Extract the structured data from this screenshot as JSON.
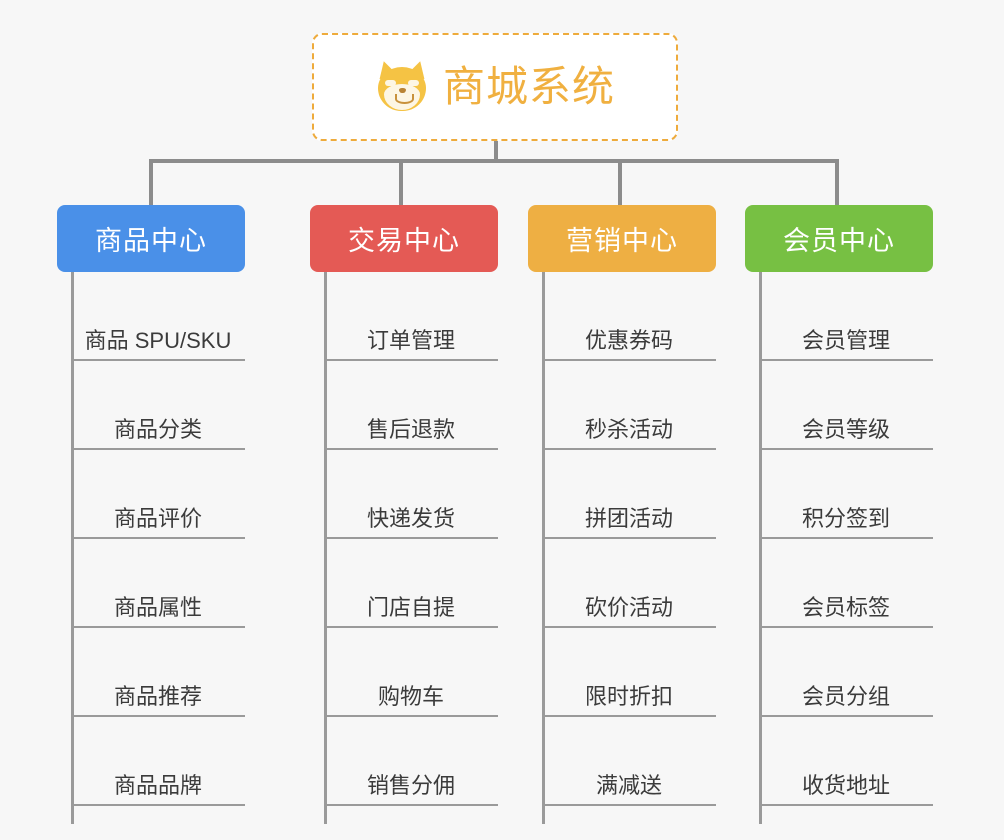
{
  "root": {
    "title": "商城系统",
    "icon": "shiba-dog-emoji",
    "border_color": "#eeab3c",
    "text_color": "#f0b040",
    "background": "#ffffff"
  },
  "page": {
    "background": "#f7f7f7",
    "connector_color": "#8c8c8c"
  },
  "columns": [
    {
      "header": "商品中心",
      "color": "#4a90e8",
      "items": [
        "商品 SPU/SKU",
        "商品分类",
        "商品评价",
        "商品属性",
        "商品推荐",
        "商品品牌"
      ]
    },
    {
      "header": "交易中心",
      "color": "#e45a55",
      "items": [
        "订单管理",
        "售后退款",
        "快递发货",
        "门店自提",
        "购物车",
        "销售分佣"
      ]
    },
    {
      "header": "营销中心",
      "color": "#eeaf43",
      "items": [
        "优惠券码",
        "秒杀活动",
        "拼团活动",
        "砍价活动",
        "限时折扣",
        "满减送"
      ]
    },
    {
      "header": "会员中心",
      "color": "#77c043",
      "items": [
        "会员管理",
        "会员等级",
        "积分签到",
        "会员标签",
        "会员分组",
        "收货地址"
      ]
    }
  ]
}
